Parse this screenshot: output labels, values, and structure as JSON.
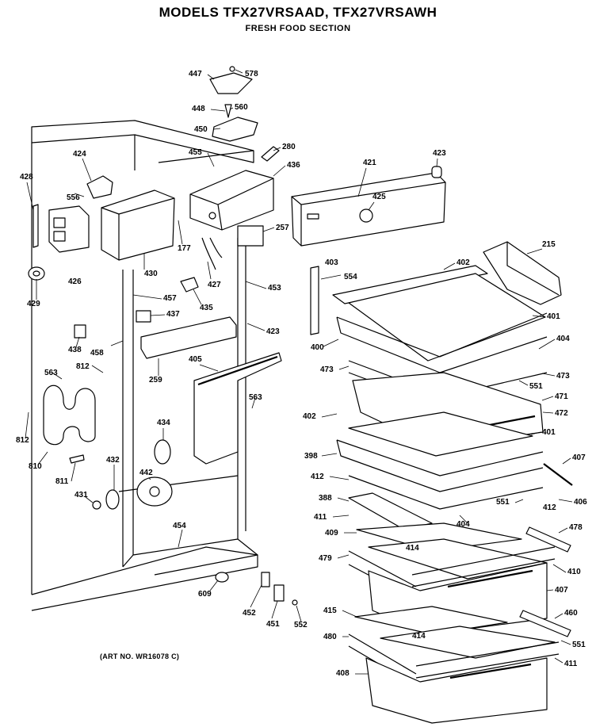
{
  "title": "MODELS TFX27VRSAAD, TFX27VRSAWH",
  "subtitle": "FRESH FOOD SECTION",
  "art_number": "(ART NO. WR16078 C)",
  "callouts": [
    "447",
    "578",
    "448",
    "560",
    "450",
    "280",
    "455",
    "436",
    "424",
    "426",
    "556",
    "428",
    "430",
    "177",
    "427",
    "257",
    "421",
    "423",
    "425",
    "403",
    "554",
    "402",
    "215",
    "429",
    "457",
    "437",
    "435",
    "453",
    "438",
    "458",
    "423",
    "259",
    "812",
    "405",
    "563",
    "401",
    "400",
    "404",
    "473",
    "473",
    "551",
    "471",
    "563",
    "812",
    "810",
    "402",
    "472",
    "434",
    "401",
    "398",
    "407",
    "811",
    "432",
    "442",
    "412",
    "406",
    "431",
    "388",
    "551",
    "412",
    "411",
    "404",
    "454",
    "409",
    "478",
    "414",
    "479",
    "410",
    "609",
    "407",
    "452",
    "451",
    "552",
    "415",
    "460",
    "414",
    "480",
    "551",
    "411",
    "408"
  ]
}
